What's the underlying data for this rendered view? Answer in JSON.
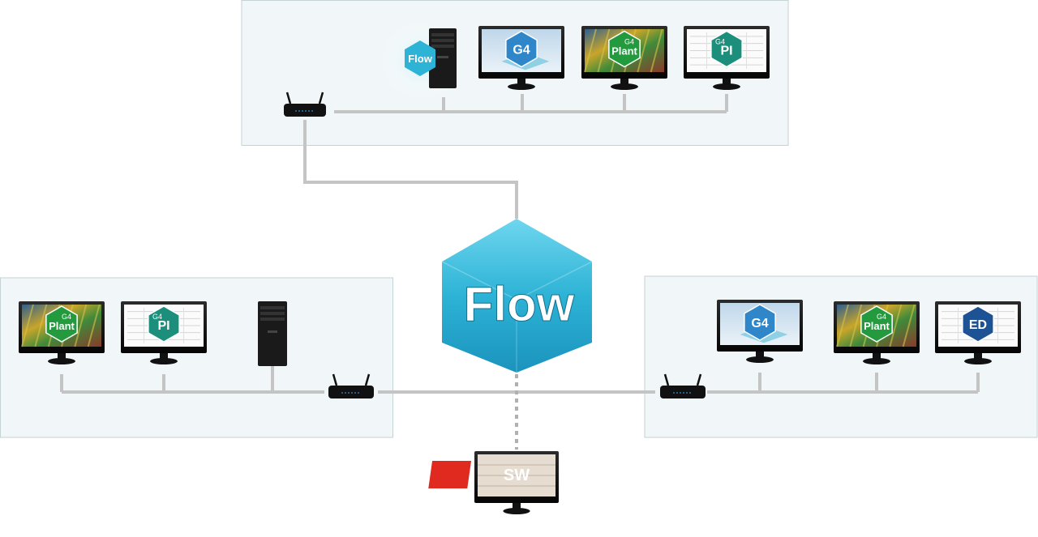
{
  "hub": {
    "label": "Flow"
  },
  "colors": {
    "panel_fill": "#f1f7f8",
    "panel_stroke": "#c5d2d6",
    "cable": "#c4c4c4",
    "hub_blue": "#2db3d6",
    "green_badge": "#239a3e",
    "teal_badge": "#1c8f7c",
    "blue_badge": "#2f86c9",
    "navy_badge": "#1d5294",
    "sw_red": "#e02a1f"
  },
  "top_site": {
    "nodes": [
      {
        "kind": "server",
        "badge": "Flow",
        "badge_prefix": "",
        "badge_color": "blue_badge"
      },
      {
        "kind": "monitor",
        "badge": "G4",
        "badge_prefix": "",
        "badge_color": "blue_badge",
        "screen": "model"
      },
      {
        "kind": "monitor",
        "badge": "Plant",
        "badge_prefix": "G4",
        "badge_color": "green_badge",
        "screen": "plant"
      },
      {
        "kind": "monitor",
        "badge": "PI",
        "badge_prefix": "G4",
        "badge_color": "teal_badge",
        "screen": "drawing"
      }
    ]
  },
  "left_site": {
    "nodes": [
      {
        "kind": "monitor",
        "badge": "Plant",
        "badge_prefix": "G4",
        "badge_color": "green_badge",
        "screen": "plant"
      },
      {
        "kind": "monitor",
        "badge": "PI",
        "badge_prefix": "G4",
        "badge_color": "teal_badge",
        "screen": "drawing"
      },
      {
        "kind": "server",
        "badge": "",
        "badge_prefix": "",
        "badge_color": ""
      }
    ]
  },
  "right_site": {
    "nodes": [
      {
        "kind": "monitor",
        "badge": "G4",
        "badge_prefix": "",
        "badge_color": "blue_badge",
        "screen": "model"
      },
      {
        "kind": "monitor",
        "badge": "Plant",
        "badge_prefix": "G4",
        "badge_color": "green_badge",
        "screen": "plant"
      },
      {
        "kind": "monitor",
        "badge": "ED",
        "badge_prefix": "",
        "badge_color": "navy_badge",
        "screen": "drawing"
      }
    ]
  },
  "external_client": {
    "kind": "monitor",
    "badge": "SW",
    "screen": "cad"
  }
}
